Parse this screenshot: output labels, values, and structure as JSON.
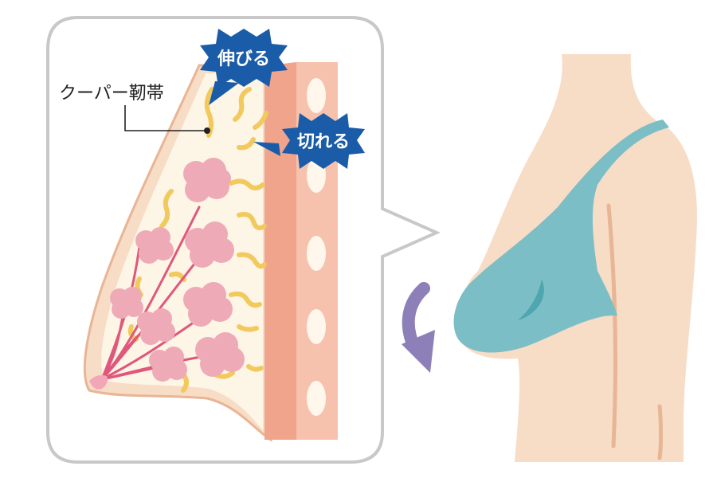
{
  "labels": {
    "cooper_ligament": "クーパー靭帯",
    "stretch": "伸びる",
    "tear": "切れる"
  },
  "colors": {
    "skin": "#f7dcc6",
    "skin_line": "#e8b595",
    "bra": "#7cbec6",
    "bra_dark": "#4ea6ae",
    "arrow": "#8d7fb7",
    "burst_fill": "#1a5ca8",
    "gland": "#efaab8",
    "duct": "#e0577c",
    "ligament": "#f2c95c",
    "chest_wall": "#f0a48c",
    "callout_border": "#c8c8c8"
  }
}
